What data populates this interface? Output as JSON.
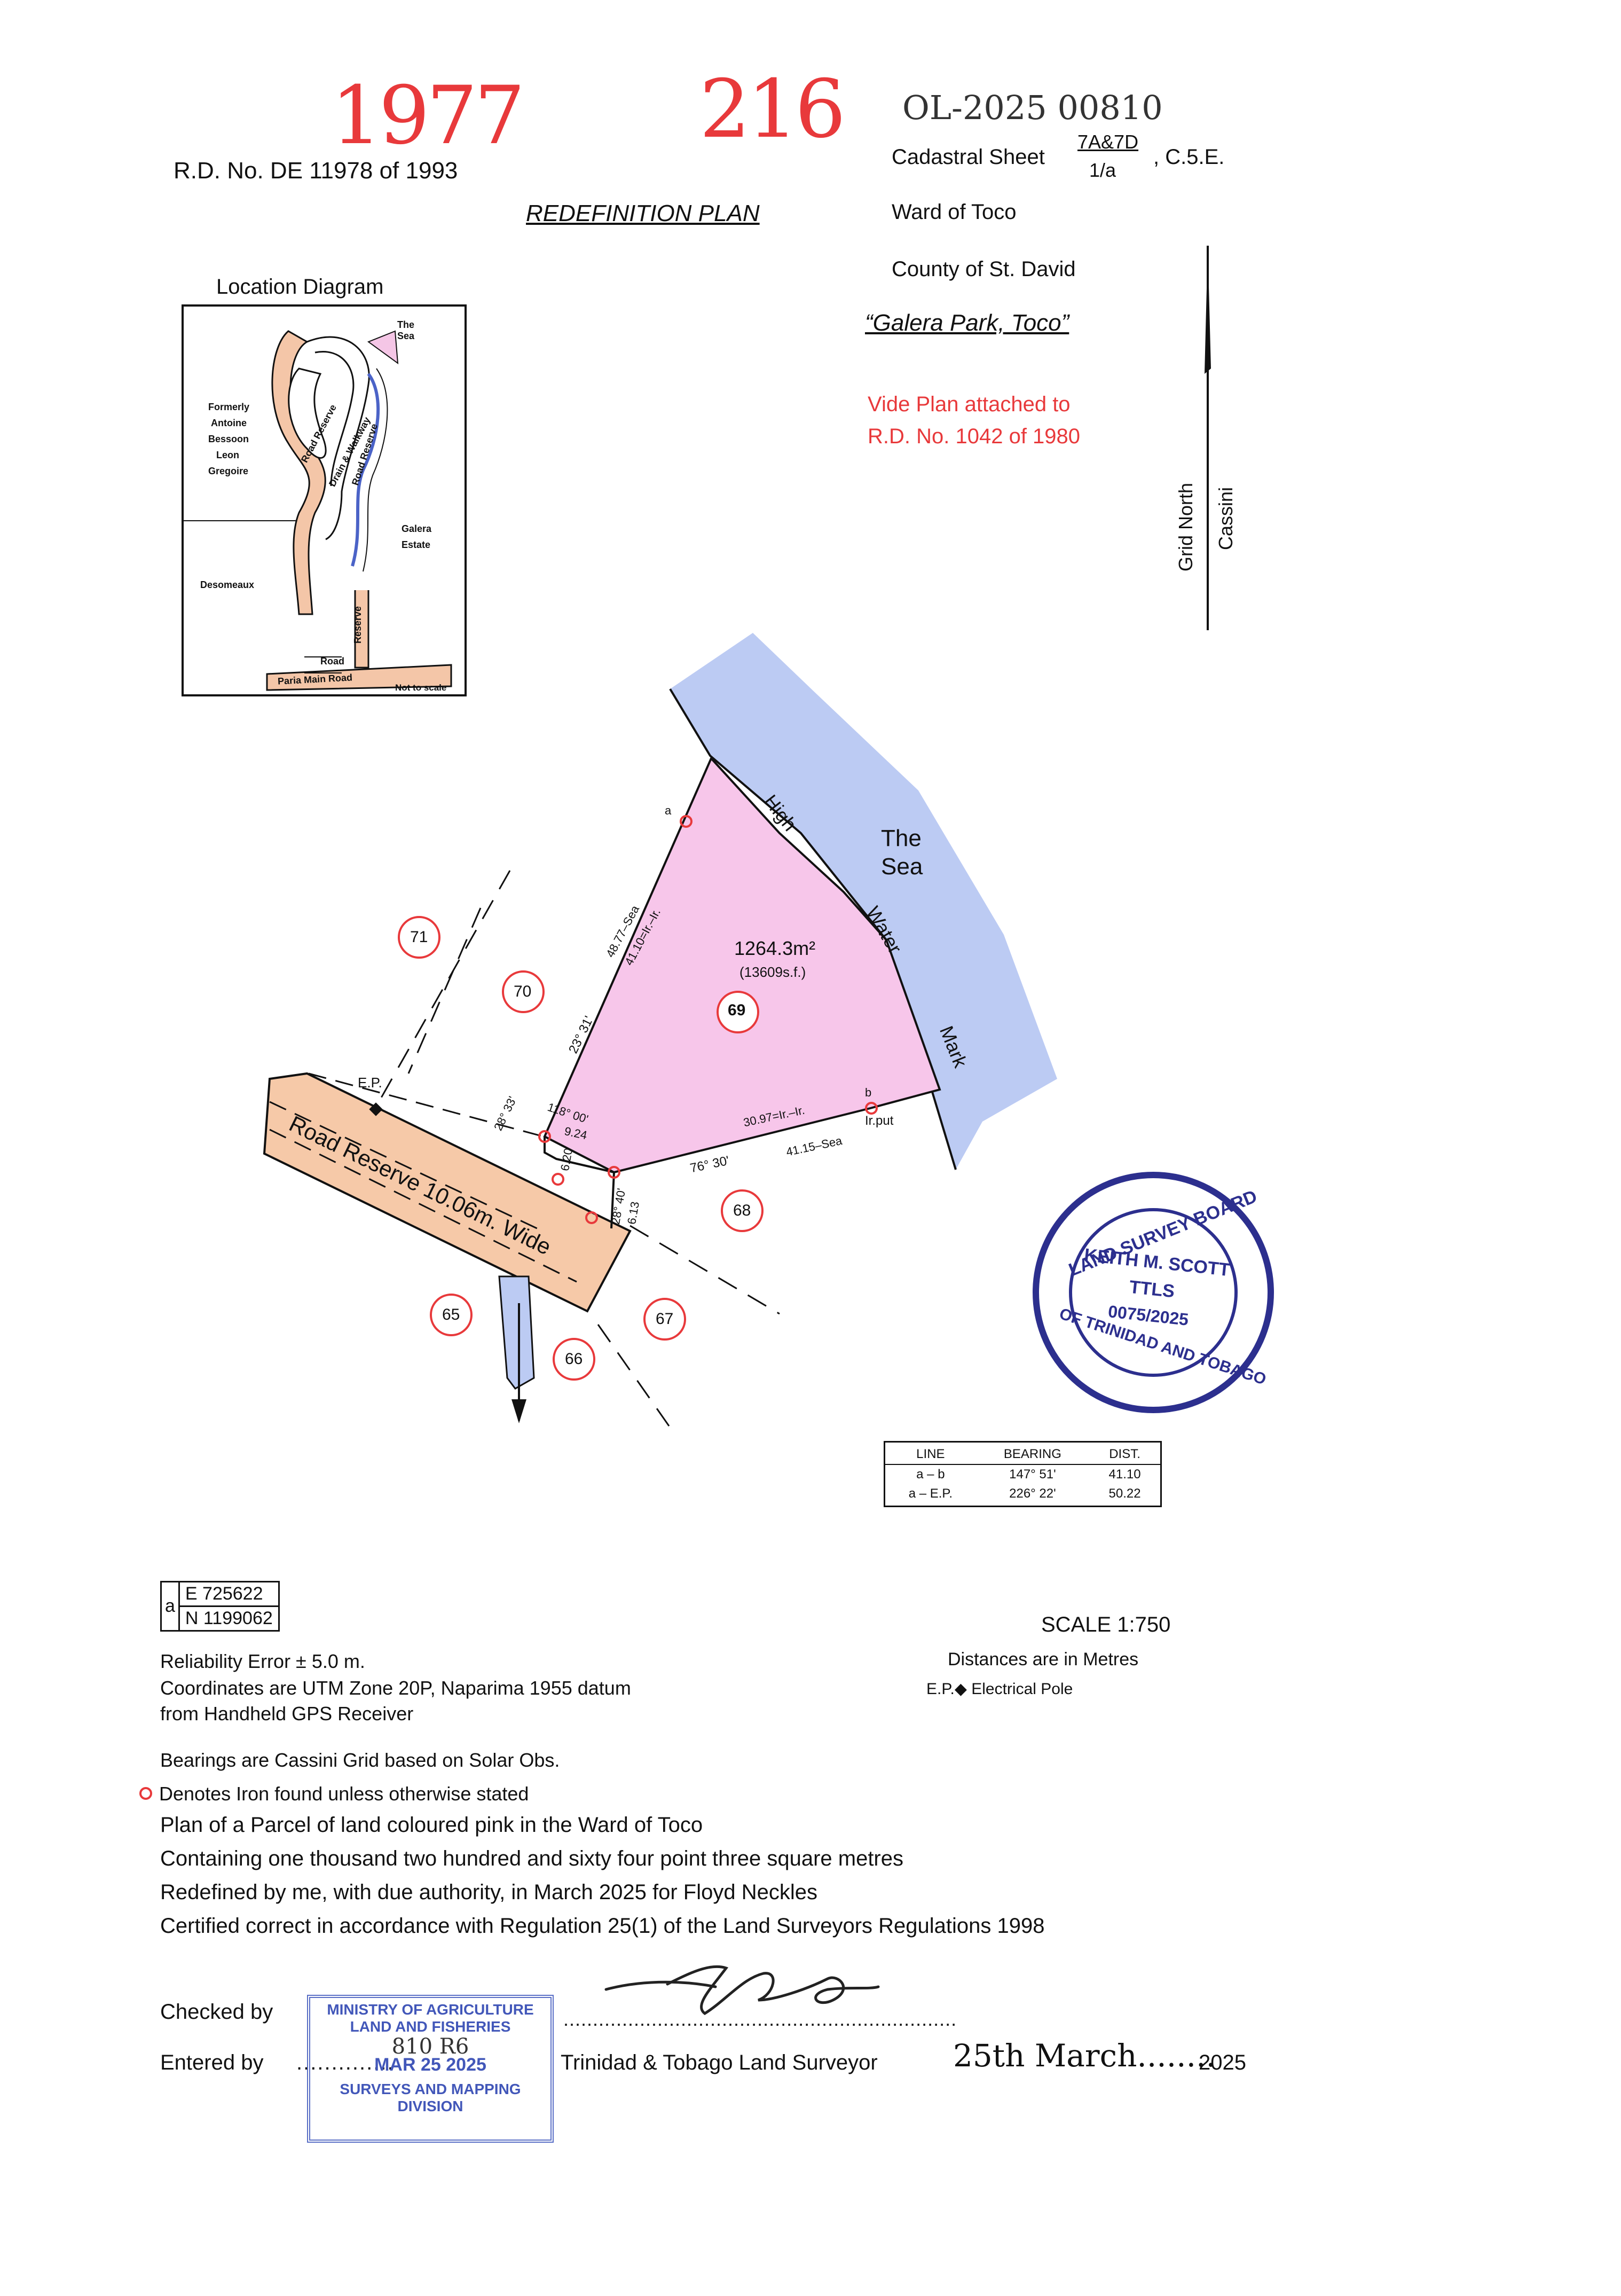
{
  "header": {
    "red_number_1": "1977",
    "red_number_2": "216",
    "handwritten_ref": "OL-2025 00810",
    "rd_no": "R.D. No. DE 11978 of 1993",
    "title": "REDEFINITION PLAN",
    "cadastral_label": "Cadastral Sheet",
    "cadastral_num": "7A&7D",
    "cadastral_den": "1/a",
    "cadastral_suffix": ", C.5.E.",
    "ward": "Ward of Toco",
    "county": "County of St. David",
    "locality": "“Galera Park, Toco”",
    "vide_1": "Vide Plan attached to",
    "vide_2": "R.D. No. 1042 of 1980"
  },
  "north_arrow": {
    "label_1": "Grid North",
    "label_2": "Cassini"
  },
  "location_diagram": {
    "title": "Location Diagram",
    "the_sea": "The Sea",
    "formerly": [
      "Formerly",
      "Antoine",
      "Bessoon",
      "Leon",
      "Gregoire"
    ],
    "galera": [
      "Galera",
      "Estate"
    ],
    "desomeaux": "Desomeaux",
    "road_reserve_a": "Road Reserve",
    "drain": "Drain & Walkway",
    "road_reserve_b": "Road Reserve",
    "reserve": "Reserve",
    "road": "Road",
    "paria": "Paria Main Road",
    "not_to_scale": "Not to scale"
  },
  "plan": {
    "area_m2": "1264.3m²",
    "area_sf": "(13609s.f.)",
    "lot_number": "69",
    "neighbors": [
      "71",
      "70",
      "68",
      "65",
      "66",
      "67"
    ],
    "the_sea": [
      "The",
      "Sea"
    ],
    "high": "High",
    "water": "Water",
    "mark": "Mark",
    "ep_label": "E.P.",
    "road_reserve": "Road Reserve 10.06m. Wide",
    "point_a": "a",
    "point_b": "b",
    "ir_put": "Ir.put",
    "dim_west_sea": "48.77–Sea",
    "dim_west_ir": "41.10=Ir.–Ir.",
    "bearing_west": "23° 31'",
    "bearing_sw": "28° 33'",
    "dim_sw": "6.20",
    "angle_118": "118° 00'",
    "dim_924": "9.24",
    "dim_south_ir": "30.97=Ir.–Ir.",
    "dim_south_sea": "41.15–Sea",
    "bearing_south": "76° 30'",
    "bearing_se": "28° 40'",
    "dim_se": "6.13"
  },
  "line_table": {
    "headers": [
      "LINE",
      "BEARING",
      "DIST."
    ],
    "rows": [
      [
        "a – b",
        "147° 51'",
        "41.10"
      ],
      [
        "a – E.P.",
        "226° 22'",
        "50.22"
      ]
    ]
  },
  "seal": {
    "top": "LAND SURVEY BOARD",
    "bottom": "OF TRINIDAD AND TOBAGO",
    "name": "KEITH M. SCOTT",
    "title": "TTLS",
    "number": "0075/2025"
  },
  "coords": {
    "point": "a",
    "e": "E  725622",
    "n": "N  1199062"
  },
  "scale": "SCALE 1:750",
  "distances_note": "Distances are in Metres",
  "legend_ep": "E.P.◆ Electrical Pole",
  "reliability": "Reliability Error ± 5.0 m.",
  "coord_note_1": "Coordinates are UTM Zone 20P, Naparima 1955 datum",
  "coord_note_2": "from Handheld GPS Receiver",
  "bearings_note": "Bearings are Cassini Grid based on Solar Obs.",
  "iron_note": "Denotes Iron found unless otherwise stated",
  "cert_lines": [
    "Plan of a Parcel of land coloured pink in the Ward of Toco",
    "Containing one thousand two hundred and sixty four point three square metres",
    "Redefined by me, with due authority, in March 2025 for Floyd Neckles",
    "Certified correct in accordance with Regulation 25(1) of the Land Surveyors Regulations 1998"
  ],
  "footer": {
    "checked_by": "Checked by",
    "entered_by": "Entered by",
    "dots_short": "..............",
    "dots_sign": "...................................................................",
    "surveyor": "Trinidad & Tobago Land Surveyor",
    "date_dots": "25th March........",
    "year": "2025"
  },
  "ministry_stamp": {
    "line1": "MINISTRY OF AGRICULTURE",
    "line2": "LAND AND FISHERIES",
    "hand": "810   R6",
    "date": "MAR 25 2025",
    "line3": "SURVEYS AND MAPPING",
    "line4": "DIVISION"
  },
  "colors": {
    "parcel_pink": "#f7c6ea",
    "sea_blue": "#bccbf3",
    "road_orange": "#f6c9a8",
    "red_ink": "#e8393b",
    "seal_blue": "#2c2f8e",
    "stamp_blue": "#4257b9"
  }
}
